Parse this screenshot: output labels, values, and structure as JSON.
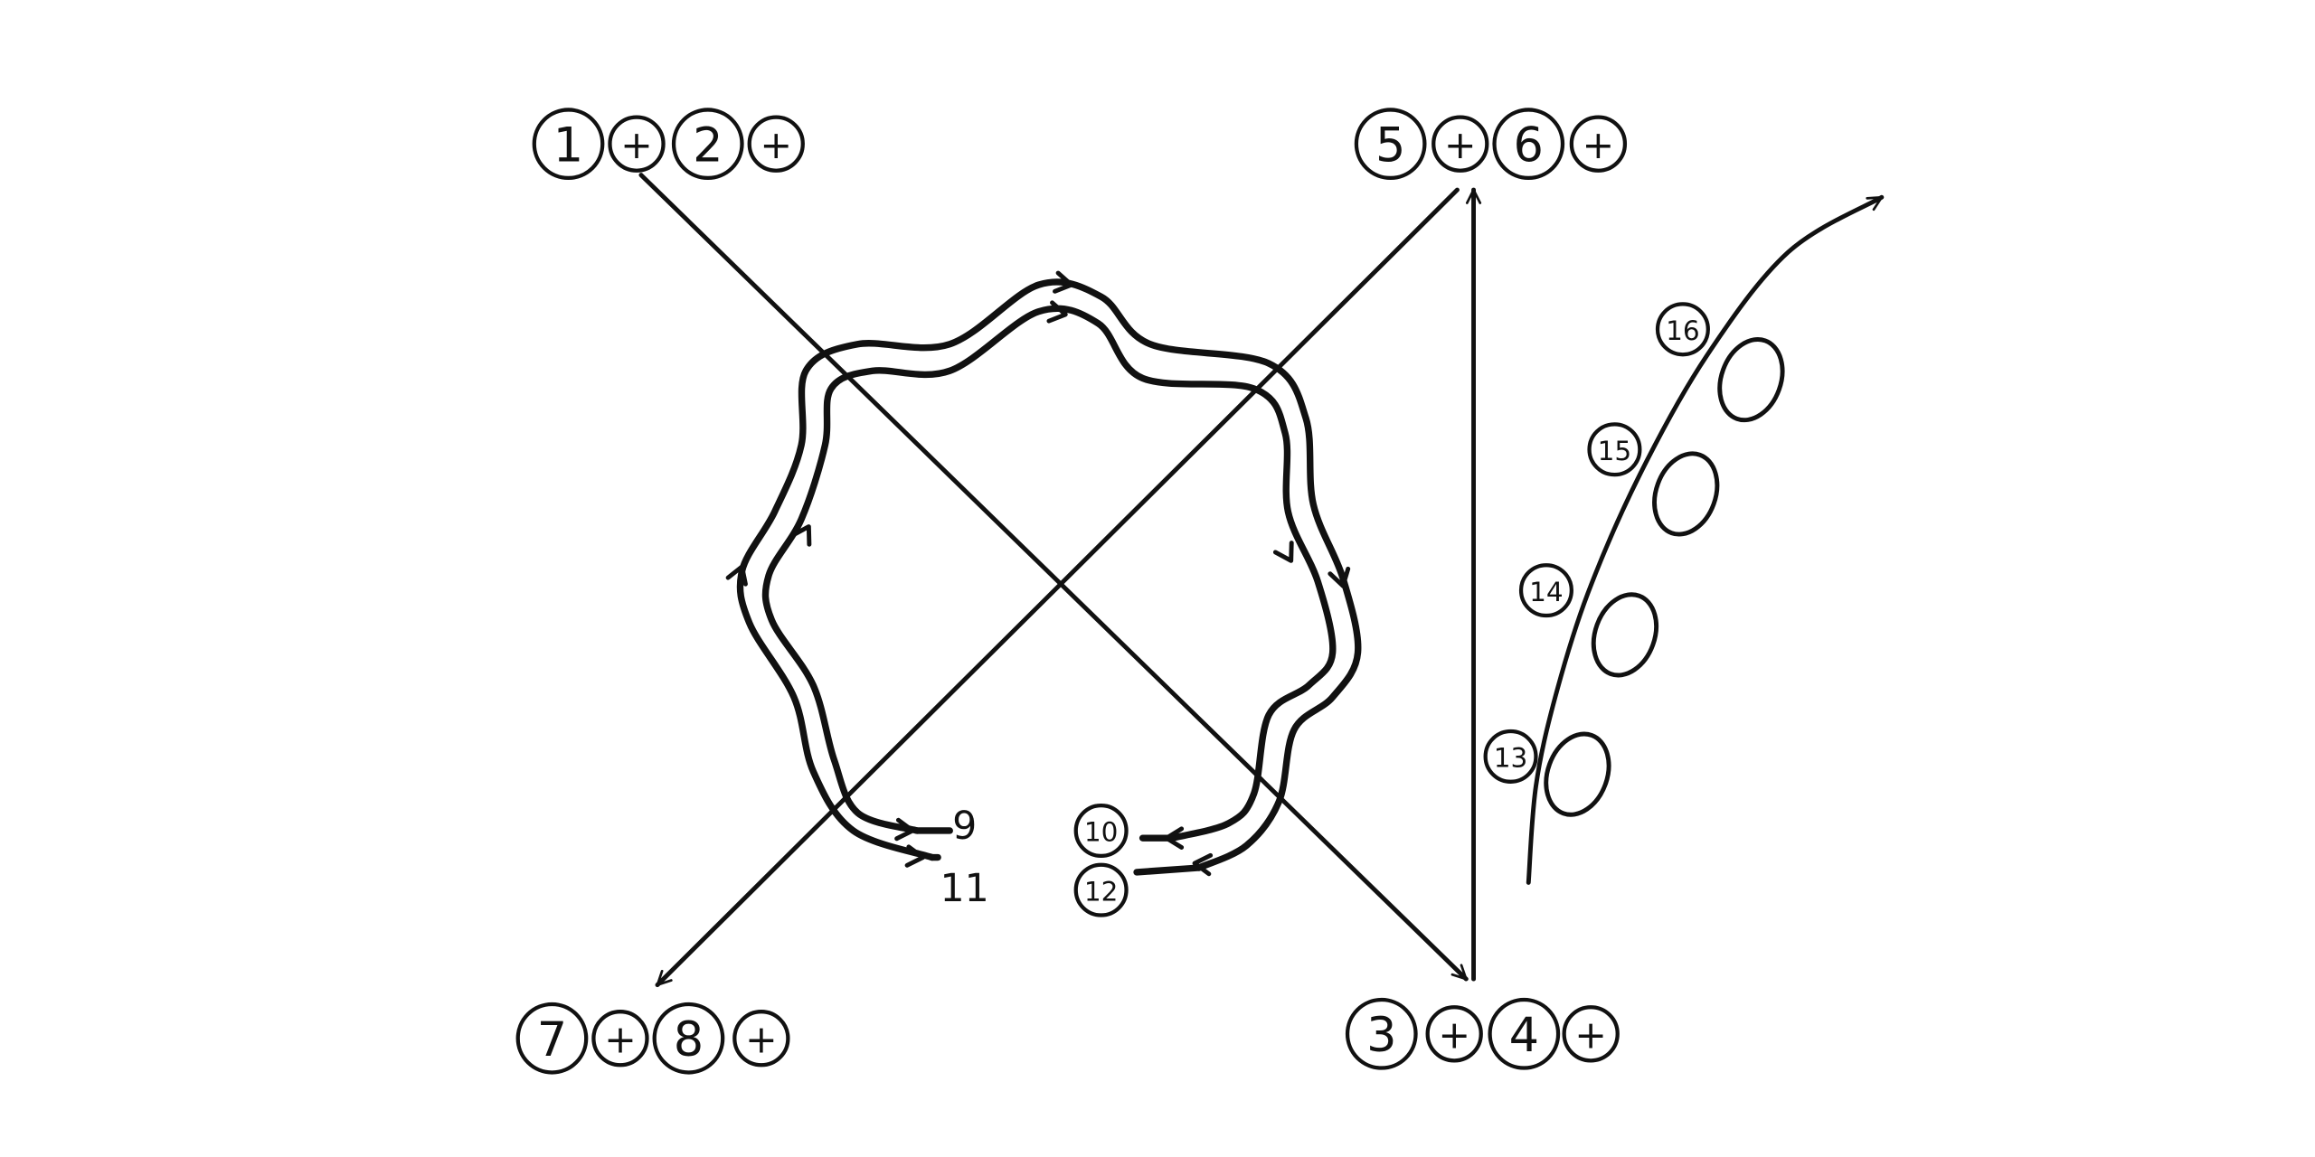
{
  "groups": {
    "top_left": [
      "1",
      "+",
      "2",
      "+"
    ],
    "top_right": [
      "5",
      "+",
      "6",
      "+"
    ],
    "bottom_left": [
      "7",
      "+",
      "8",
      "+"
    ],
    "bottom_right": [
      "3",
      "+",
      "4",
      "+"
    ]
  },
  "ring_labels": {
    "plain": [
      "9",
      "11"
    ],
    "circled": [
      "10",
      "12"
    ]
  },
  "spiral_labels": [
    "13",
    "14",
    "15",
    "16"
  ],
  "colors": {
    "ink": "#111111",
    "background": "#ffffff"
  }
}
